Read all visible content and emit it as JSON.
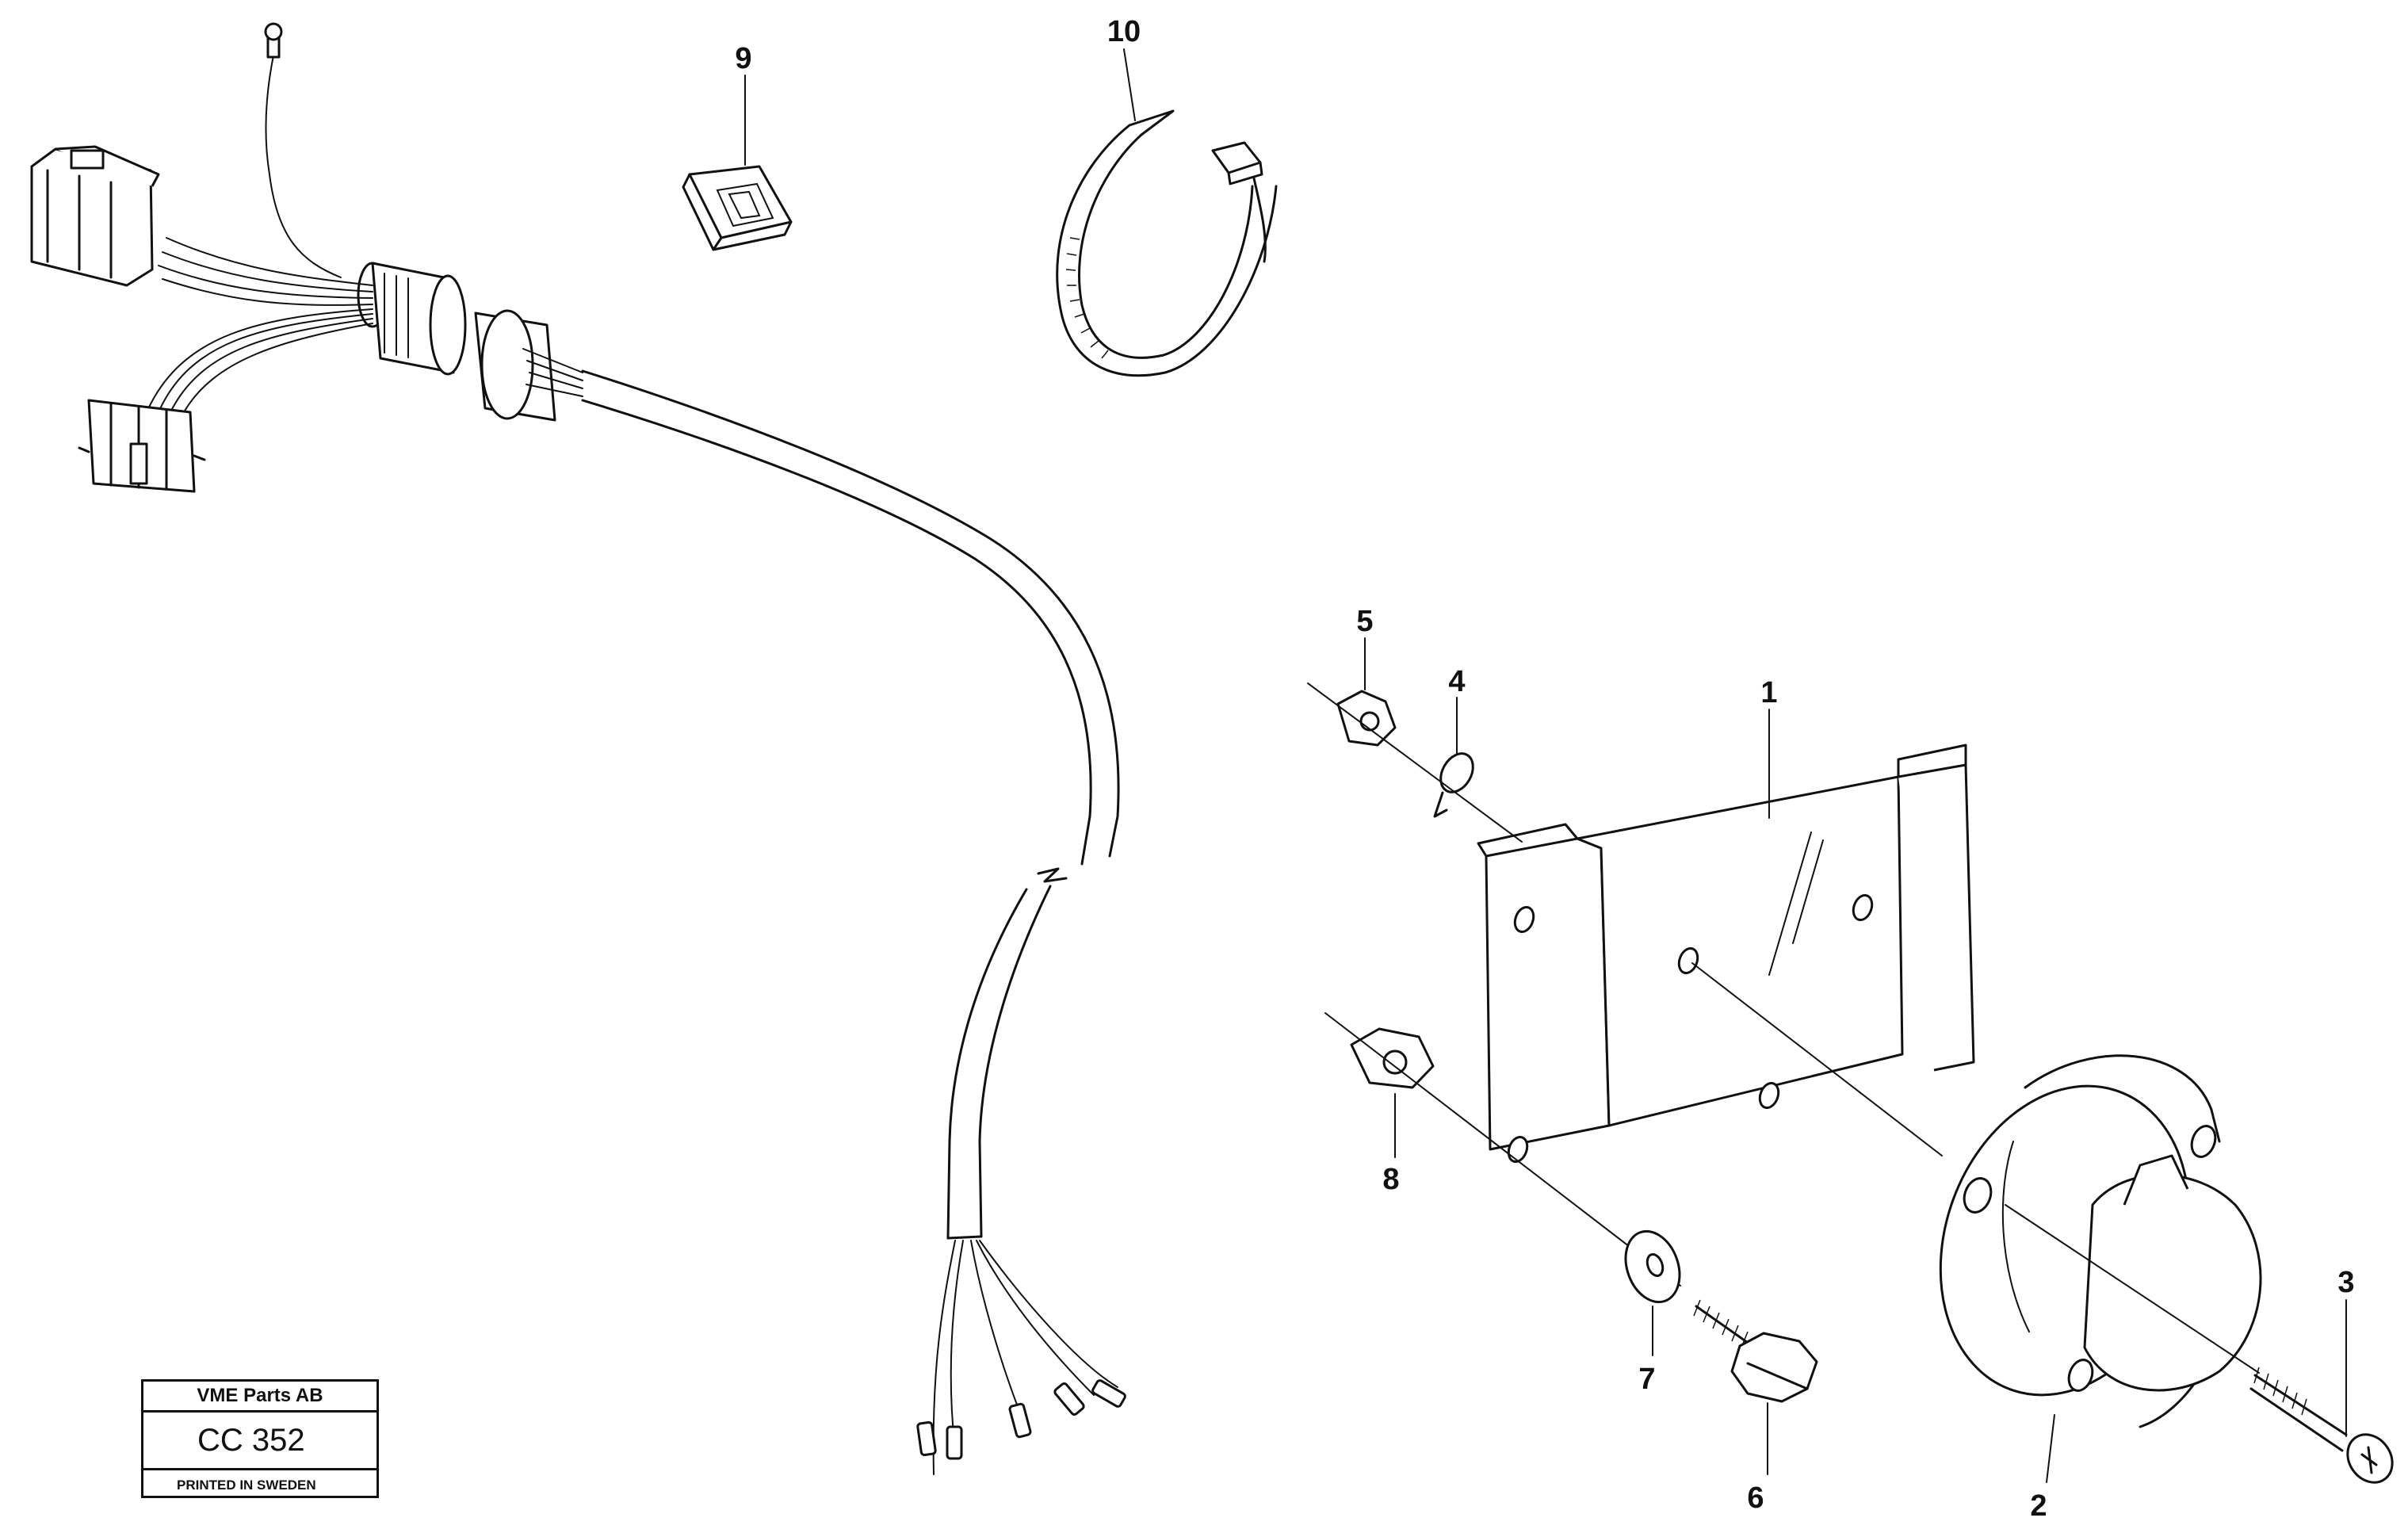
{
  "callouts": {
    "c1": "1",
    "c2": "2",
    "c3": "3",
    "c4": "4",
    "c5": "5",
    "c6": "6",
    "c7": "7",
    "c8": "8",
    "c9": "9",
    "c10": "10"
  },
  "stamp": {
    "company": "VME Parts AB",
    "code": "CC 352",
    "printed": "PRINTED IN SWEDEN"
  }
}
